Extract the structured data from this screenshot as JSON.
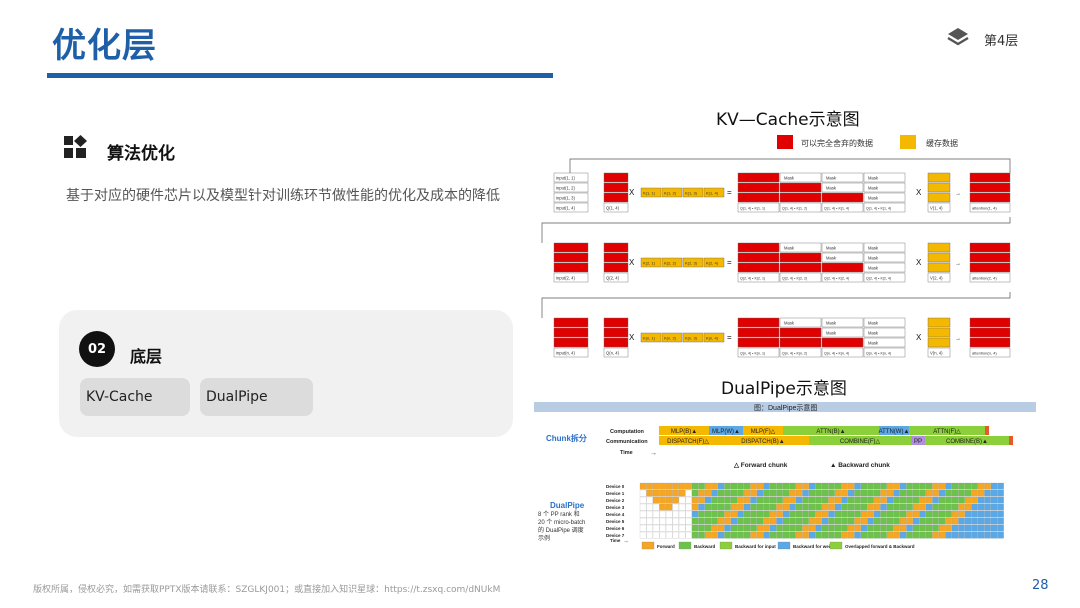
{
  "header": {
    "title": "优化层",
    "layer_label": "第4层"
  },
  "section": {
    "title": "算法优化",
    "description": "基于对应的硬件芯片以及模型针对训练环节做性能的优化及成本的降低"
  },
  "panel": {
    "number": "02",
    "title": "底层",
    "tags": [
      "KV-Cache",
      "DualPipe"
    ]
  },
  "kv_cache": {
    "title": "KV—Cache示意图",
    "legend_discard": "可以完全舍弃的数据",
    "legend_cache": "缓存数据",
    "colors": {
      "discard": "#e00000",
      "cache": "#f5b800"
    },
    "rows": [
      {
        "inputs": [
          "input(1, 1)",
          "input(1, 2)",
          "input(1, 3)",
          "input(1, 4)"
        ],
        "q": "Q(1, 4)",
        "k": [
          "K(1, 1)",
          "K(1, 2)",
          "K(1, 3)",
          "K(1, 4)"
        ],
        "mask_row": [
          "Q(1, 4) • K(1, 1)",
          "Q(1, 4) • K(1, 2)",
          "Q(1, 4) • K(1, 4)",
          "Q(1, 4) • K(1, 4)"
        ],
        "v_last": "V(1, 4)",
        "attn": "attention(1, 4)"
      },
      {
        "inputs": [
          "input(2, 4)"
        ],
        "q": "Q(2, 4)",
        "k": [
          "K(2, 1)",
          "K(2, 2)",
          "K(2, 3)",
          "K(2, 4)"
        ],
        "mask_row": [
          "Q(2, 4) • K(2, 1)",
          "Q(2, 4) • K(2, 2)",
          "Q(2, 4) • K(2, 4)",
          "Q(2, 4) • K(2, 4)"
        ],
        "v_last": "V(2, 4)",
        "attn": "attention(2, 4)"
      },
      {
        "inputs": [
          "input(n, 4)"
        ],
        "q": "Q(n, 4)",
        "k": [
          "K(n, 1)",
          "K(n, 2)",
          "K(n, 3)",
          "K(n, 4)"
        ],
        "mask_row": [
          "Q(n, 4) • K(n, 1)",
          "Q(n, 4) • K(n, 2)",
          "Q(n, 4) • K(n, 4)",
          "Q(n, 4) • K(n, 4)"
        ],
        "v_last": "V(n, 4)",
        "attn": "attention(n, 4)"
      }
    ],
    "mask_text": "Mask",
    "op_x": "X",
    "op_eq": "="
  },
  "dualpipe": {
    "title": "DualPipe示意图",
    "banner": "图：DualPipe示意图",
    "chunk_label": "Chunk拆分",
    "rows_labels": [
      "Computation",
      "Communication",
      "Time"
    ],
    "computation": [
      {
        "label": "MLP(B)▲",
        "color": "#f5b800"
      },
      {
        "label": "MLP(W)▲",
        "color": "#5aa8e6"
      },
      {
        "label": "MLP(F)△",
        "color": "#f5b800"
      },
      {
        "label": "ATTN(B)▲",
        "color": "#8bcf3a"
      },
      {
        "label": "ATTN(W)▲",
        "color": "#5aa8e6"
      },
      {
        "label": "ATTN(F)△",
        "color": "#8bcf3a"
      }
    ],
    "communication": [
      {
        "label": "DISPATCH(F)△",
        "color": "#f5b800"
      },
      {
        "label": "DISPATCH(B)▲",
        "color": "#f5b800"
      },
      {
        "label": "COMBINE(F)△",
        "color": "#8bcf3a"
      },
      {
        "label": "PP",
        "color": "#b08ee0"
      },
      {
        "label": "COMBINE(B)▲",
        "color": "#8bcf3a"
      }
    ],
    "forward_chunk": "△ Forward chunk",
    "backward_chunk": "▲ Backward chunk",
    "side_title": "DualPipe",
    "side_desc": [
      "8 个 PP rank 和",
      "20 个 micro-batch",
      "的 DualPipe 调度",
      "示例"
    ],
    "devices": [
      "Device 0",
      "Device 1",
      "Device 2",
      "Device 3",
      "Device 4",
      "Device 5",
      "Device 6",
      "Device 7"
    ],
    "time_label": "Time",
    "legend": [
      {
        "label": "Forward",
        "color": "#f5a623"
      },
      {
        "label": "Backward",
        "color": "#6cc24a"
      },
      {
        "label": "Backward for input",
        "color": "#8bcf3a"
      },
      {
        "label": "Backward for weights",
        "color": "#5aa8e6"
      },
      {
        "label": "Overlapped forward & Backward",
        "color": "#8bcf3a"
      }
    ]
  },
  "footer": {
    "copyright": "版权所属，侵权必究，如需获取PPTX版本请联系：SZGLKJ001；或直接加入知识星球：https://t.zsxq.com/dNUkM",
    "page_number": "28"
  }
}
